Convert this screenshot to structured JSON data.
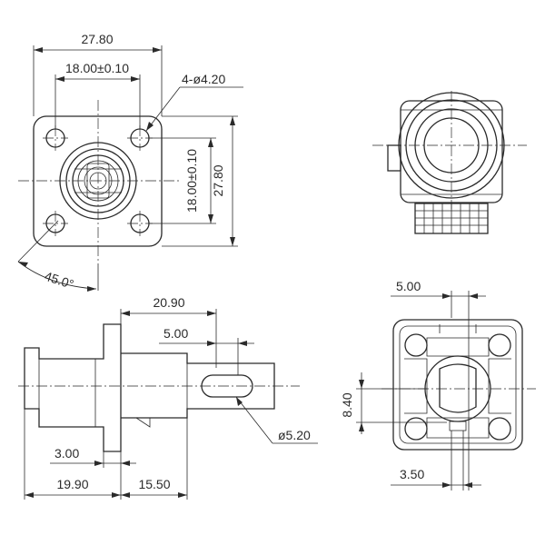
{
  "dimensions": {
    "overall_width": "27.80",
    "hole_spacing_horizontal": "18.00±0.10",
    "hole_callout": "4-ø4.20",
    "hole_spacing_vertical": "18.00±0.10",
    "overall_height": "27.80",
    "angle": "45.0°",
    "length_20_90": "20.90",
    "length_5_00_side": "5.00",
    "diameter_5_20": "ø5.20",
    "flange_3_00": "3.00",
    "length_19_90": "19.90",
    "length_15_50": "15.50",
    "rear_5_00": "5.00",
    "rear_8_40": "8.40",
    "rear_3_50": "3.50"
  }
}
